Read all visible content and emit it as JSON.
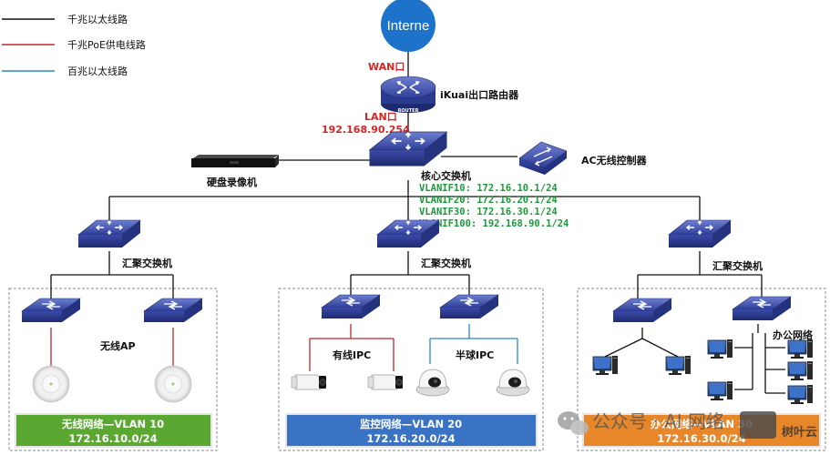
{
  "legend": [
    {
      "label": "千兆以太线路",
      "color": "#111111"
    },
    {
      "label": "千兆PoE供电线路",
      "color": "#c0262a"
    },
    {
      "label": "百兆以太线路",
      "color": "#2a86c9"
    }
  ],
  "internet": {
    "label": "Interne"
  },
  "router": {
    "wan": "WAN口",
    "name": "iKuai出口路由器",
    "badge": "ROUTER",
    "lan": "LAN口",
    "lan_ip": "192.168.90.254"
  },
  "core": {
    "name": "核心交换机",
    "vlanifs": [
      "VLANIF10: 172.16.10.1/24",
      "VLANIF20: 172.16.20.1/24",
      "VLANIF30: 172.16.30.1/24",
      "VLANIF100: 192.168.90.1/24"
    ]
  },
  "nvr": {
    "label": "硬盘录像机"
  },
  "ac": {
    "label": "AC无线控制器"
  },
  "agg": {
    "label_left": "汇聚交换机",
    "label_mid": "汇聚交换机",
    "label_right": "汇聚交换机"
  },
  "zones": {
    "wireless": {
      "ap_label": "无线AP",
      "title": "无线网络—VLAN 10",
      "subnet": "172.16.10.0/24",
      "color": "#5aa832"
    },
    "monitor": {
      "wired_label": "有线IPC",
      "dome_label": "半球IPC",
      "title": "监控网络—VLAN 20",
      "subnet": "172.16.20.0/24",
      "color": "#3b73c4"
    },
    "office": {
      "office_label": "办公网络",
      "title": "办公网络—VLAN 30",
      "subnet": "172.16.30.0/24",
      "color": "#e8872a"
    }
  },
  "watermark": {
    "text": "公众号 · AI 网络",
    "sub": "树叶云"
  }
}
